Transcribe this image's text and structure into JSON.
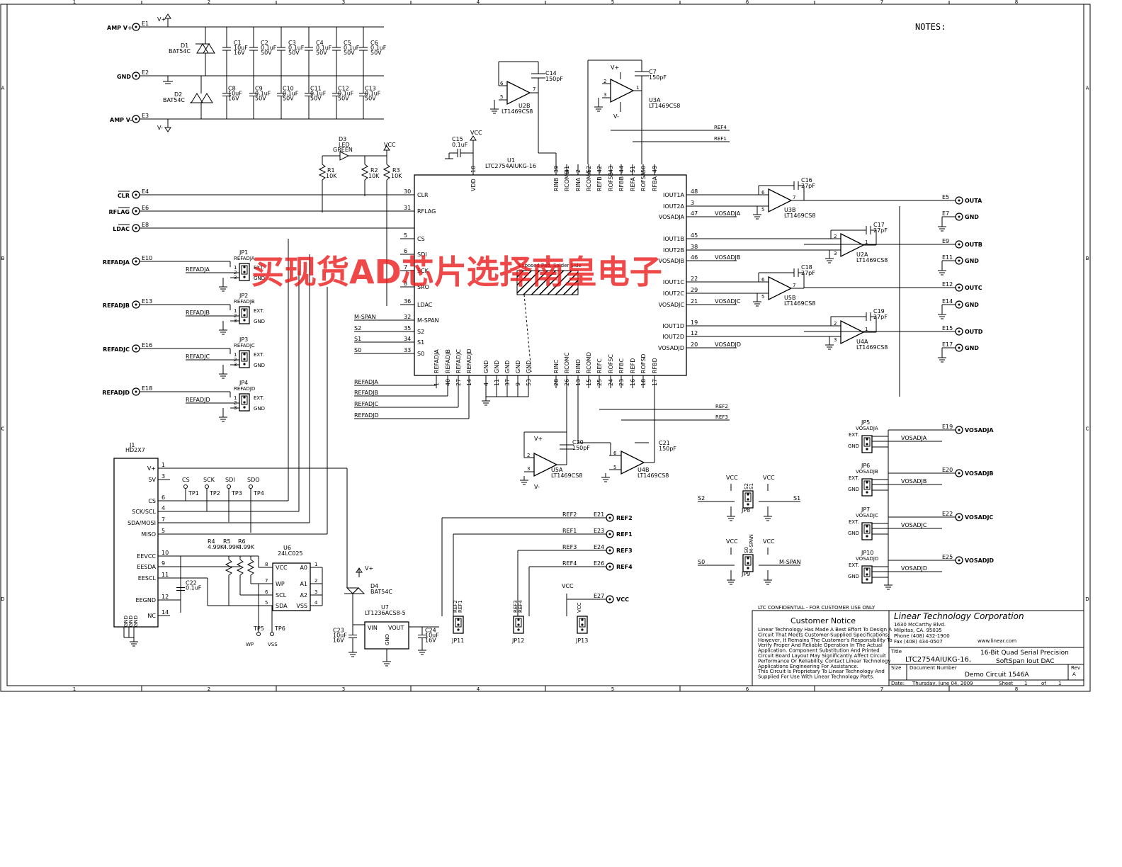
{
  "notes_label": "NOTES:",
  "watermark": "买现货AD芯片选择南皇电子",
  "border": {
    "cols": [
      "1",
      "2",
      "3",
      "4",
      "5",
      "6",
      "7",
      "8"
    ],
    "rows": [
      "A",
      "B",
      "C",
      "D"
    ]
  },
  "power_inputs": [
    {
      "name": "AMP V+",
      "node": "E1"
    },
    {
      "name": "GND",
      "node": "E2"
    },
    {
      "name": "AMP V-",
      "node": "E3"
    }
  ],
  "rails": {
    "vplus": "V+",
    "vminus": "V-",
    "vcc": "VCC",
    "gnd": "GND"
  },
  "diodes_power": [
    {
      "ref": "D1",
      "part": "BAT54C"
    },
    {
      "ref": "D2",
      "part": "BAT54C"
    }
  ],
  "caps_top": [
    {
      "ref": "C1",
      "val": "10uF",
      "v": "16V"
    },
    {
      "ref": "C2",
      "val": "0.1uF",
      "v": "50V"
    },
    {
      "ref": "C3",
      "val": "0.1uF",
      "v": "50V"
    },
    {
      "ref": "C4",
      "val": "0.1uF",
      "v": "50V"
    },
    {
      "ref": "C5",
      "val": "0.1uF",
      "v": "50V"
    },
    {
      "ref": "C6",
      "val": "0.1uF",
      "v": "50V"
    }
  ],
  "caps_bot": [
    {
      "ref": "C8",
      "val": "10uF",
      "v": "16V"
    },
    {
      "ref": "C9",
      "val": "0.1uF",
      "v": "50V"
    },
    {
      "ref": "C10",
      "val": "0.1uF",
      "v": "50V"
    },
    {
      "ref": "C11",
      "val": "0.1uF",
      "v": "50V"
    },
    {
      "ref": "C12",
      "val": "0.1uF",
      "v": "50V"
    },
    {
      "ref": "C13",
      "val": "0.1uF",
      "v": "50V"
    }
  ],
  "led": {
    "ref": "D3",
    "type": "LED",
    "color": "GREEN"
  },
  "resistors": [
    {
      "ref": "R1",
      "val": "10K"
    },
    {
      "ref": "R2",
      "val": "10K"
    },
    {
      "ref": "R3",
      "val": "10K"
    }
  ],
  "c15": {
    "ref": "C15",
    "val": "0.1uF"
  },
  "u1": {
    "ref": "U1",
    "part": "LTC2754AIUKG-16",
    "left_pins": [
      {
        "num": "30",
        "name": "CLR"
      },
      {
        "num": "31",
        "name": "RFLAG"
      },
      {
        "num": "5",
        "name": "CS"
      },
      {
        "num": "6",
        "name": "SDI"
      },
      {
        "num": "7",
        "name": "SCK"
      },
      {
        "num": "8",
        "name": "SRO"
      },
      {
        "num": "36",
        "name": "LDAC"
      },
      {
        "num": "32",
        "name": "M-SPAN"
      },
      {
        "num": "35",
        "name": "S2"
      },
      {
        "num": "34",
        "name": "S1"
      },
      {
        "num": "33",
        "name": "S0"
      }
    ],
    "right_pins": [
      {
        "num": "48",
        "name": "IOUT1A"
      },
      {
        "num": "3",
        "name": "IOUT2A"
      },
      {
        "num": "47",
        "name": "VOSADJA"
      },
      {
        "num": "45",
        "name": "IOUT1B"
      },
      {
        "num": "38",
        "name": "IOUT2B"
      },
      {
        "num": "46",
        "name": "VOSADJB"
      },
      {
        "num": "22",
        "name": "IOUT1C"
      },
      {
        "num": "29",
        "name": "IOUT2C"
      },
      {
        "num": "21",
        "name": "VOSADJC"
      },
      {
        "num": "19",
        "name": "IOUT1D"
      },
      {
        "num": "12",
        "name": "IOUT2D"
      },
      {
        "num": "20",
        "name": "VOSADJD"
      }
    ],
    "top_pins": [
      {
        "num": "10",
        "name": "VDD"
      },
      {
        "num": "39",
        "name": "RINB"
      },
      {
        "num": "41",
        "name": "RCOMB"
      },
      {
        "num": "2",
        "name": "RINA"
      },
      {
        "num": "52",
        "name": "RCOMA"
      },
      {
        "num": "42",
        "name": "REFB"
      },
      {
        "num": "43",
        "name": "ROFSB"
      },
      {
        "num": "44",
        "name": "RFBB"
      },
      {
        "num": "51",
        "name": "REFA"
      },
      {
        "num": "50",
        "name": "ROFSA"
      },
      {
        "num": "49",
        "name": "RFBA"
      }
    ],
    "bottom_pins": [
      {
        "num": "1",
        "name": "REFADJA"
      },
      {
        "num": "40",
        "name": "REFADJB"
      },
      {
        "num": "27",
        "name": "REFADJC"
      },
      {
        "num": "14",
        "name": "REFADJD"
      },
      {
        "num": "4",
        "name": "GND"
      },
      {
        "num": "11",
        "name": "GND"
      },
      {
        "num": "37",
        "name": "GND"
      },
      {
        "num": "9",
        "name": "GND"
      },
      {
        "num": "53",
        "name": "GND"
      },
      {
        "num": "28",
        "name": "RINC"
      },
      {
        "num": "26",
        "name": "RCOMC"
      },
      {
        "num": "13",
        "name": "RIND"
      },
      {
        "num": "15",
        "name": "RCOMD"
      },
      {
        "num": "25",
        "name": "REFC"
      },
      {
        "num": "24",
        "name": "ROFSC"
      },
      {
        "num": "23",
        "name": "RFBC"
      },
      {
        "num": "16",
        "name": "REFD"
      },
      {
        "num": "18",
        "name": "ROFSD"
      },
      {
        "num": "17",
        "name": "RFBD"
      }
    ],
    "pad_label": "Exposed Pad, Solder Side"
  },
  "control_inputs": [
    {
      "name": "CLR",
      "node": "E4"
    },
    {
      "name": "RFLAG",
      "node": "E6"
    },
    {
      "name": "LDAC",
      "node": "E8"
    }
  ],
  "refadj_inputs": [
    {
      "name": "REFADJA",
      "node": "E10",
      "jp": "JP1",
      "jplabel": "REFADJA"
    },
    {
      "name": "REFADJB",
      "node": "E13",
      "jp": "JP2",
      "jplabel": "REFADJB"
    },
    {
      "name": "REFADJC",
      "node": "E16",
      "jp": "JP3",
      "jplabel": "REFADJC"
    },
    {
      "name": "REFADJD",
      "node": "E18",
      "jp": "JP4",
      "jplabel": "REFADJD"
    }
  ],
  "jp_opts": {
    "ext": "EXT.",
    "gnd": "GND"
  },
  "opamps_top": [
    {
      "ref": "U2B",
      "part": "LT1469CS8"
    },
    {
      "ref": "U3A",
      "part": "LT1469CS8"
    }
  ],
  "c14": {
    "ref": "C14",
    "val": "150pF"
  },
  "c7": {
    "ref": "C7",
    "val": "150pF"
  },
  "ref_nets": {
    "ref4": "REF4",
    "ref1": "REF1",
    "ref2": "REF2",
    "ref3": "REF3"
  },
  "out_amps": [
    {
      "ref": "U3B",
      "part": "LT1469CS8",
      "cap": "C16",
      "cval": "27pF"
    },
    {
      "ref": "U2A",
      "part": "LT1469CS8",
      "cap": "C17",
      "cval": "27pF"
    },
    {
      "ref": "U5B",
      "part": "LT1469CS8",
      "cap": "C18",
      "cval": "27pF"
    },
    {
      "ref": "U4A",
      "part": "LT1469CS8",
      "cap": "C19",
      "cval": "27pF"
    }
  ],
  "outputs": [
    {
      "node": "E5",
      "name": "OUTA"
    },
    {
      "node": "E7",
      "name": "GND"
    },
    {
      "node": "E9",
      "name": "OUTB"
    },
    {
      "node": "E11",
      "name": "GND"
    },
    {
      "node": "E12",
      "name": "OUTC"
    },
    {
      "node": "E14",
      "name": "GND"
    },
    {
      "node": "E15",
      "name": "OUTD"
    },
    {
      "node": "E17",
      "name": "GND"
    }
  ],
  "opamps_mid": [
    {
      "ref": "U5A",
      "part": "LT1469CS8",
      "cap": "C20",
      "cval": "150pF"
    },
    {
      "ref": "U4B",
      "part": "LT1469CS8",
      "cap": "C21",
      "cval": "150pF"
    }
  ],
  "j1": {
    "ref": "J1",
    "part": "HD2X7",
    "pins": [
      {
        "num": "1",
        "name": "V+"
      },
      {
        "num": "3",
        "name": "5V"
      },
      {
        "num": "6",
        "name": "CS"
      },
      {
        "num": "4",
        "name": "SCK/SCL"
      },
      {
        "num": "7",
        "name": "SDA/MOSI"
      },
      {
        "num": "5",
        "name": "MISO"
      },
      {
        "num": "10",
        "name": "EEVCC"
      },
      {
        "num": "9",
        "name": "EESDA"
      },
      {
        "num": "11",
        "name": "EESCL"
      },
      {
        "num": "12",
        "name": "EEGND"
      },
      {
        "num": "14",
        "name": "NC"
      }
    ],
    "gnd_pins": [
      "GND",
      "GND",
      "GND"
    ]
  },
  "testpoints": [
    {
      "ref": "TP1",
      "net": "CS"
    },
    {
      "ref": "TP2",
      "net": "SCK"
    },
    {
      "ref": "TP3",
      "net": "SDI"
    },
    {
      "ref": "TP4",
      "net": "SDO"
    }
  ],
  "eeprom_res": [
    {
      "ref": "R4",
      "val": "4.99K"
    },
    {
      "ref": "R5",
      "val": "4.99K"
    },
    {
      "ref": "R6",
      "val": "4.99K"
    }
  ],
  "u6": {
    "ref": "U6",
    "part": "24LC025",
    "pins": [
      "VCC",
      "WP",
      "SCL",
      "SDA",
      "A0",
      "A1",
      "A2",
      "VSS"
    ]
  },
  "c22": {
    "ref": "C22",
    "val": "0.1uF"
  },
  "tp_ee": [
    {
      "ref": "TP5",
      "net": "WP"
    },
    {
      "ref": "TP6",
      "net": "VSS"
    }
  ],
  "d4": {
    "ref": "D4",
    "part": "BAT54C"
  },
  "u7": {
    "ref": "U7",
    "part": "LT1236ACS8-5",
    "vin": "VIN",
    "vout": "VOUT",
    "gnd": "GND"
  },
  "c23": {
    "ref": "C23",
    "val": "10uF",
    "v": "16V"
  },
  "c24": {
    "ref": "C24",
    "val": "10uF",
    "v": "16V"
  },
  "ref_outputs": [
    {
      "node": "E21",
      "name": "REF2"
    },
    {
      "node": "E23",
      "name": "REF1"
    },
    {
      "node": "E24",
      "name": "REF3"
    },
    {
      "node": "E26",
      "name": "REF4"
    },
    {
      "node": "E27",
      "name": "VCC"
    }
  ],
  "ref_jumpers": [
    {
      "ref": "JP11",
      "a": "REF2",
      "b": "REF1"
    },
    {
      "ref": "JP12",
      "a": "REF3",
      "b": "REF4"
    },
    {
      "ref": "JP13",
      "a": "VCC",
      "b": ""
    }
  ],
  "span_jumpers": [
    {
      "ref": "JP8",
      "net1": "S2",
      "net2": "S1",
      "l1": "S2",
      "l2": "S1"
    },
    {
      "ref": "JP9",
      "net1": "S0",
      "net2": "M-SPAN",
      "l1": "S0",
      "l2": "M-SPAN"
    }
  ],
  "vosadj_jumpers": [
    {
      "ref": "JP5",
      "label": "VOSADJA",
      "node": "E19"
    },
    {
      "ref": "JP6",
      "label": "VOSADJB",
      "node": "E20"
    },
    {
      "ref": "JP7",
      "label": "VOSADJC",
      "node": "E22"
    },
    {
      "ref": "JP10",
      "label": "VOSADJD",
      "node": "E25"
    }
  ],
  "title_block": {
    "confidential": "LTC CONFIDENTIAL - FOR CUSTOMER USE ONLY",
    "company": "Linear Technology Corporation",
    "addr1": "1630 McCarthy Blvd.",
    "addr2": "Milpitas, CA. 95035",
    "phone": "Phone (408) 432-1900",
    "fax": "Fax (408) 434-0507",
    "web": "www.linear.com",
    "notice_title": "Customer Notice",
    "notice": [
      "Linear Technology Has Made A Best Effort To Design A",
      "Circuit That Meets Customer-Supplied Specifications;",
      "However, It Remains The Customer's Responsibility To",
      "Verify Proper And Reliable Operation In The Actual",
      "Application. Component Substitution And Printed",
      "Circuit Board Layout May Significantly Affect Circuit",
      "Performance Or Reliability. Contact Linear Technology",
      "Applications Engineering For Assistance.",
      "This Circuit Is Proprietary To Linear Technology And",
      "Supplied For Use With Linear Technology Parts."
    ],
    "title_lbl": "Title",
    "title1": "LTC2754AIUKG-16,",
    "title2": "16-Bit Quad Serial  Precision",
    "title3": "SoftSpan Iout DAC",
    "size_lbl": "Size",
    "docnum_lbl": "Document Number",
    "docnum": "Demo Circuit  1546A",
    "rev_lbl": "Rev",
    "rev": "A",
    "date_lbl": "Date:",
    "date": "Thursday, June 04, 2009",
    "sheet_lbl": "Sheet",
    "sheet": "1",
    "of_lbl": "of",
    "of": "1"
  }
}
